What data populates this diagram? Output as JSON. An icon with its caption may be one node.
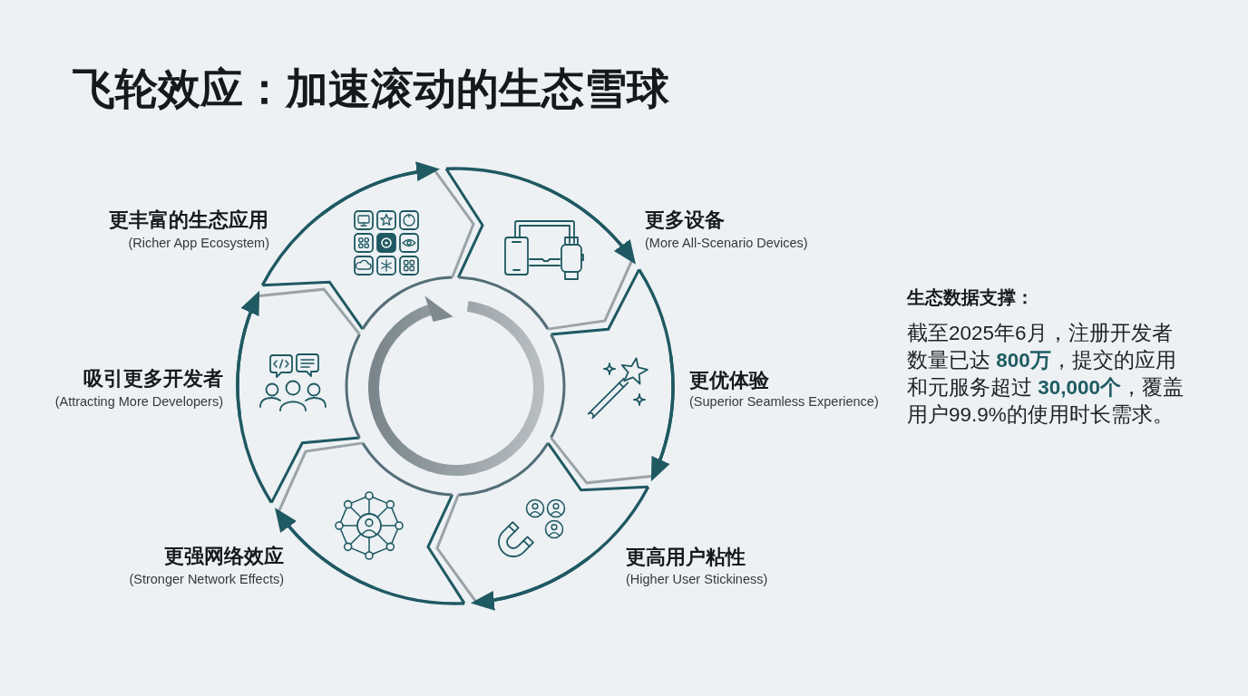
{
  "diagram": {
    "title": "飞轮效应：加速滚动的生态雪球",
    "nodes": [
      {
        "text": [
          "更丰富的生态应用",
          "(Richer App Ecosystem)"
        ]
      },
      {
        "text": [
          "更多设备",
          "(More All-Scenario Devices)"
        ]
      },
      {
        "text": [
          "更优体验",
          "(Superior Seamless Experience)"
        ]
      },
      {
        "text": [
          "更高用户粘性",
          "(Higher User Stickiness)"
        ]
      },
      {
        "text": [
          "更强网络效应",
          "(Stronger Network Effects)"
        ]
      },
      {
        "text": [
          "吸引更多开发者",
          "(Attracting More Developers)"
        ]
      }
    ],
    "edges": [
      {
        "from": 0,
        "to": 1,
        "arrow": "to"
      },
      {
        "from": 1,
        "to": 2,
        "arrow": "to"
      },
      {
        "from": 2,
        "to": 3,
        "arrow": "to"
      },
      {
        "from": 3,
        "to": 4,
        "arrow": "to"
      },
      {
        "from": 4,
        "to": 5,
        "arrow": "to"
      },
      {
        "from": 5,
        "to": 0,
        "arrow": "to"
      }
    ],
    "labels": [
      "生态数据支撑：",
      "截至2025年6月，注册开发者数量已达 **800万**，提交的应用和元服务超过 **30,000个**，覆盖用户99.9%的使用时长需求。"
    ]
  }
}
